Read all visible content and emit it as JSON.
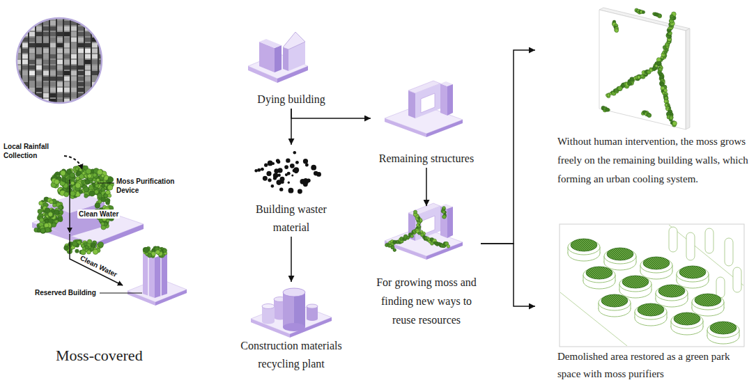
{
  "diagram": {
    "nodes": [
      {
        "text": [
          "Dying building"
        ]
      },
      {
        "text": [
          "Building waster material"
        ]
      },
      {
        "text": [
          "Construction materials recycling plant"
        ]
      },
      {
        "text": [
          "Remaining structures"
        ]
      },
      {
        "text": [
          "For growing moss and finding new ways to reuse resources"
        ]
      },
      {
        "text": [
          "Without human intervention, the moss grows freely on the remaining building walls, which forming an urban cooling system."
        ]
      },
      {
        "text": [
          "Demolished area restored as a green park space with moss purifiers"
        ]
      }
    ],
    "edges": [
      {
        "from": 0,
        "to": 1,
        "arrow": "to"
      },
      {
        "from": 1,
        "to": 2,
        "arrow": "to"
      },
      {
        "from": 0,
        "to": 3,
        "arrow": "to"
      },
      {
        "from": 3,
        "to": 4,
        "arrow": "to"
      },
      {
        "from": 4,
        "to": 5,
        "arrow": "to"
      },
      {
        "from": 4,
        "to": 6,
        "arrow": "to"
      }
    ],
    "labels": [
      "Local Rainfall Collection",
      "Moss Purification Device",
      "Clean Water",
      "Clean Water",
      "Reserved Building",
      "Moss-covered"
    ]
  }
}
